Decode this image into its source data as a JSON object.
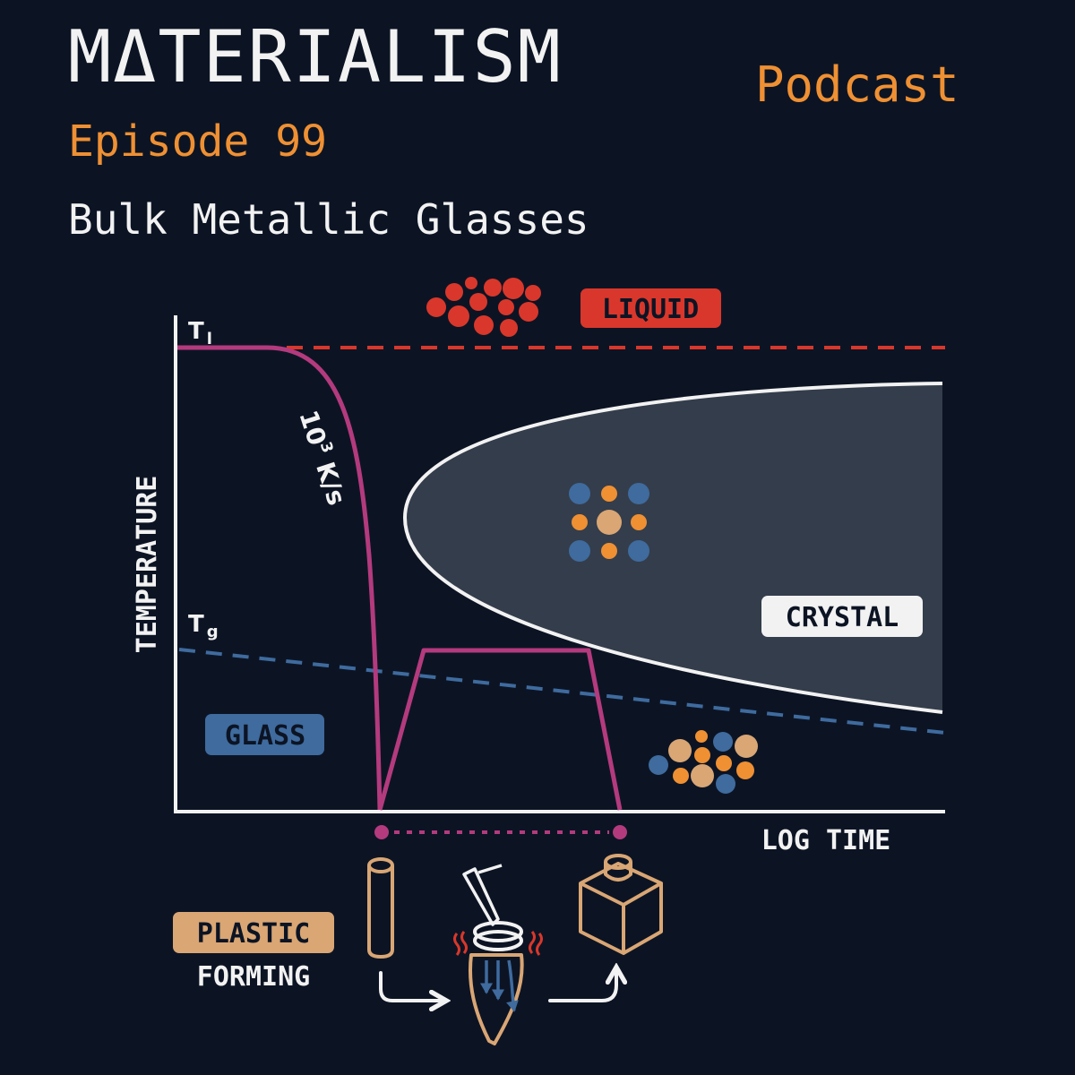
{
  "header": {
    "title": "MΔTERIALISM",
    "podcast": "Podcast",
    "episode": "Episode 99",
    "topic": "Bulk Metallic Glasses"
  },
  "diagram": {
    "labels": {
      "liquid": "LIQUID",
      "crystal": "CRYSTAL",
      "glass": "GLASS",
      "y_axis": "TEMPERATURE",
      "x_axis": "LOG TIME",
      "tl_main": "T",
      "tl_sub": "l",
      "tg_main": "T",
      "tg_sub": "g",
      "rate_base": "10",
      "rate_exp": "3",
      "rate_unit": " K/s",
      "plastic": "PLASTIC",
      "forming": "FORMING"
    },
    "colors": {
      "background": "#0c1424",
      "liquid": "#d9372b",
      "glass": "#3f6b9e",
      "crystal_fill": "#343d4b",
      "cooling_curve": "#b43a7e",
      "orange": "#ef9033",
      "tan": "#d9a674",
      "white": "#f2f2f2"
    }
  }
}
